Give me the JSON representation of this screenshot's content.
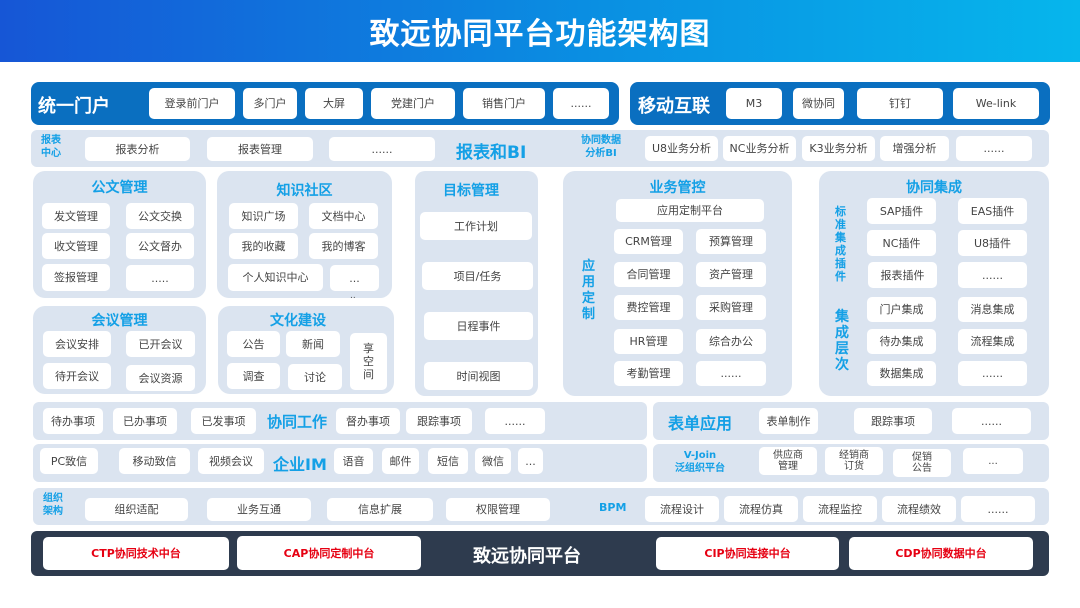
{
  "header": {
    "title": "致远协同平台功能架构图"
  },
  "portal": {
    "title": "统一门户",
    "items": [
      "登录前门户",
      "多门户",
      "大屏",
      "党建门户",
      "销售门户",
      "......"
    ]
  },
  "mobile": {
    "title": "移动互联",
    "items": [
      "M3",
      "微协同",
      "钉钉",
      "We-link"
    ]
  },
  "report": {
    "side_label": [
      "报表",
      "中心"
    ],
    "items": [
      "报表分析",
      "报表管理",
      "......"
    ],
    "title": "报表和BI",
    "bi_label": [
      "协同数据",
      "分析BI"
    ],
    "bi_items": [
      "U8业务分析",
      "NC业务分析",
      "K3业务分析",
      "增强分析",
      "......"
    ]
  },
  "doc": {
    "title": "公文管理",
    "items": [
      "发文管理",
      "公文交换",
      "收文管理",
      "公文督办",
      "签报管理",
      "....."
    ]
  },
  "knowledge": {
    "title": "知识社区",
    "items": [
      "知识广场",
      "文档中心",
      "我的收藏",
      "我的博客",
      "个人知识中心",
      "..."
    ],
    "trailing": ".."
  },
  "goal": {
    "title": "目标管理",
    "items": [
      "工作计划",
      "项目/任务",
      "日程事件",
      "时间视图"
    ]
  },
  "meeting": {
    "title": "会议管理",
    "items": [
      "会议安排",
      "已开会议",
      "待开会议",
      "会议资源"
    ]
  },
  "culture": {
    "title": "文化建设",
    "items": [
      "公告",
      "新闻",
      "调查",
      "讨论"
    ],
    "share": [
      "享",
      "空",
      "间"
    ]
  },
  "business": {
    "title": "业务管控",
    "side_label": [
      "应",
      "用",
      "定",
      "制"
    ],
    "platform": "应用定制平台",
    "items": [
      "CRM管理",
      "预算管理",
      "合同管理",
      "资产管理",
      "费控管理",
      "采购管理",
      "HR管理",
      "综合办公",
      "考勤管理",
      "......"
    ]
  },
  "integration": {
    "title": "协同集成",
    "plugin_label": [
      "标",
      "准",
      "集",
      "成",
      "插",
      "件"
    ],
    "plugins": [
      "SAP插件",
      "EAS插件",
      "NC插件",
      "U8插件",
      "报表插件",
      "......"
    ],
    "level_label": [
      "集",
      "成",
      "层",
      "次"
    ],
    "levels": [
      "门户集成",
      "消息集成",
      "待办集成",
      "流程集成",
      "数据集成",
      "......"
    ]
  },
  "collab": {
    "title": "协同工作",
    "left": [
      "待办事项",
      "已办事项",
      "已发事项"
    ],
    "right": [
      "督办事项",
      "跟踪事项",
      "......"
    ]
  },
  "form": {
    "title": "表单应用",
    "items": [
      "表单制作",
      "跟踪事项",
      "......"
    ]
  },
  "im": {
    "title": "企业IM",
    "left": [
      "PC致信",
      "移动致信",
      "视频会议"
    ],
    "right": [
      "语音",
      "邮件",
      "短信",
      "微信",
      "..."
    ]
  },
  "vjoin": {
    "title": [
      "V-Join",
      "泛组织平台"
    ],
    "items": [
      [
        "供应商",
        "管理"
      ],
      [
        "经销商",
        "订货"
      ],
      [
        "促销",
        "公告"
      ],
      [
        "..."
      ]
    ]
  },
  "org": {
    "side_label": [
      "组织",
      "架构"
    ],
    "items": [
      "组织适配",
      "业务互通",
      "信息扩展",
      "权限管理"
    ]
  },
  "bpm": {
    "title": "BPM",
    "items": [
      "流程设计",
      "流程仿真",
      "流程监控",
      "流程绩效",
      "......"
    ]
  },
  "platform": {
    "title": "致远协同平台",
    "items": [
      "CTP协同技术中台",
      "CAP协同定制中台",
      "CIP协同连接中台",
      "CDP协同数据中台"
    ]
  },
  "colors": {
    "accent_blue": "#14a0e6",
    "dark_blue": "#0a6fc0",
    "panel_bg": "#dbe4f0",
    "base_bg": "#2e3b4e",
    "red": "#e60012"
  }
}
